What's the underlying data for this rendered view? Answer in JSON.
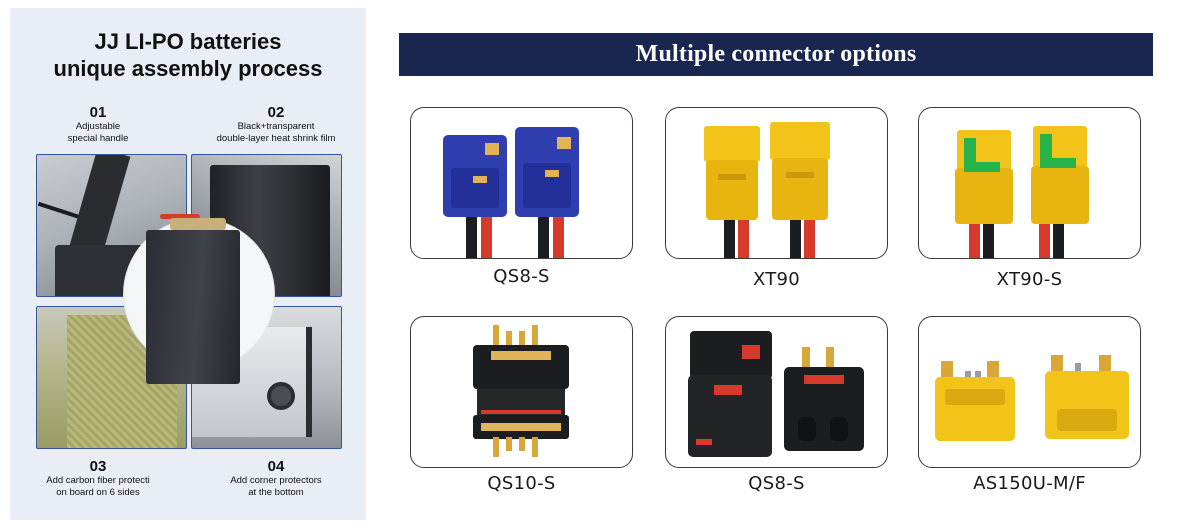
{
  "left_panel": {
    "title_line1": "JJ LI-PO batteries",
    "title_line2": "unique assembly process",
    "steps": [
      {
        "num": "01",
        "line1": "Adjustable",
        "line2": "special handle"
      },
      {
        "num": "02",
        "line1": "Black+transparent",
        "line2": "double-layer heat shrink film"
      },
      {
        "num": "03",
        "line1": "Add carbon fiber protecti",
        "line2": "on board on 6 sides"
      },
      {
        "num": "04",
        "line1": "Add corner protectors",
        "line2": "at the bottom"
      }
    ]
  },
  "connectors": {
    "title": "Multiple connector options",
    "items": [
      {
        "label": "QS8-S"
      },
      {
        "label": "XT90"
      },
      {
        "label": "XT90-S"
      },
      {
        "label": "QS10-S"
      },
      {
        "label": "QS8-S"
      },
      {
        "label": "AS150U-M/F"
      }
    ]
  },
  "colors": {
    "header_bg": "#182650",
    "panel_bg": "#e9edf5",
    "frame_blue": "#35569f",
    "connector_blue": "#2f3fb0",
    "connector_yellow": "#f2c318",
    "connector_green": "#27b34a",
    "connector_black": "#1c1d20",
    "wire_red": "#d63a2b"
  }
}
